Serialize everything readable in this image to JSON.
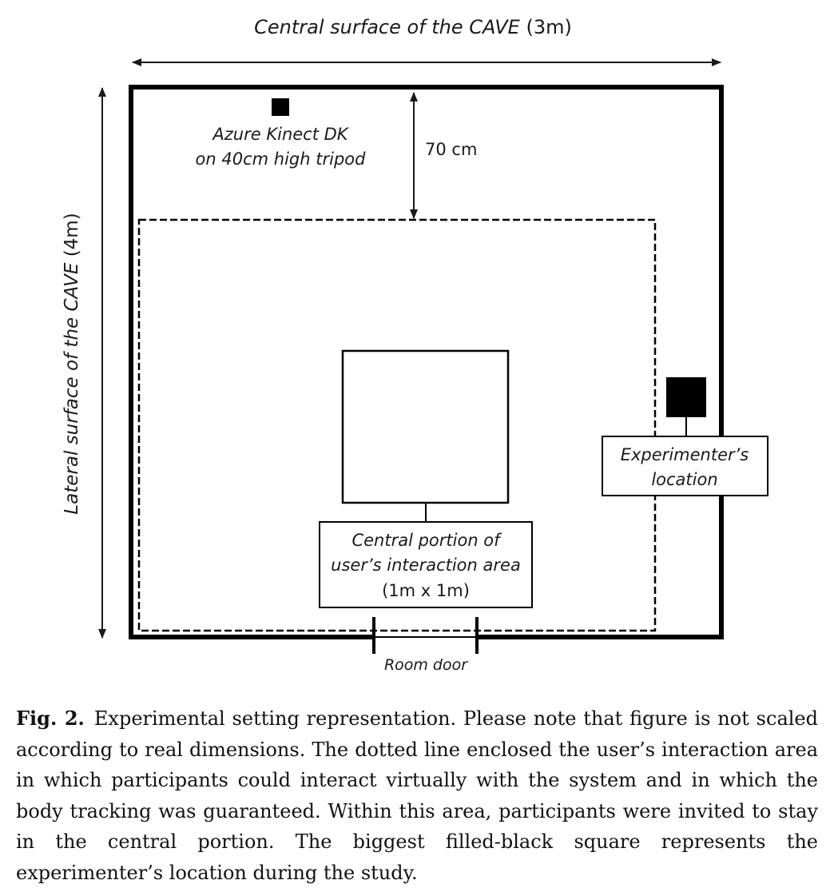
{
  "diagram": {
    "top_dimension": {
      "label_italic": "Central surface of the CAVE",
      "label_plain": "(3m)"
    },
    "left_dimension": {
      "label_italic": "Lateral surface of the CAVE",
      "label_plain": "(4m)"
    },
    "distance_label": "70 cm",
    "kinect": {
      "line1": "Azure Kinect DK",
      "line2": "on 40cm high tripod"
    },
    "experimenter": {
      "line1": "Experimenter’s",
      "line2": "location"
    },
    "central_area": {
      "line1": "Central portion of",
      "line2": "user’s interaction area",
      "line3": "(1m x 1m)"
    },
    "door_label": "Room door"
  },
  "caption": {
    "figure_label": "Fig. 2.",
    "text": "Experimental setting representation. Please note that figure is not scaled according to real dimensions. The dotted line enclosed the user’s interaction area in which participants could interact virtually with the system and in which the body tracking was guaranteed. Within this area, participants were invited to stay in the central portion. The biggest filled-black square represents the experimenter’s location during the study."
  }
}
